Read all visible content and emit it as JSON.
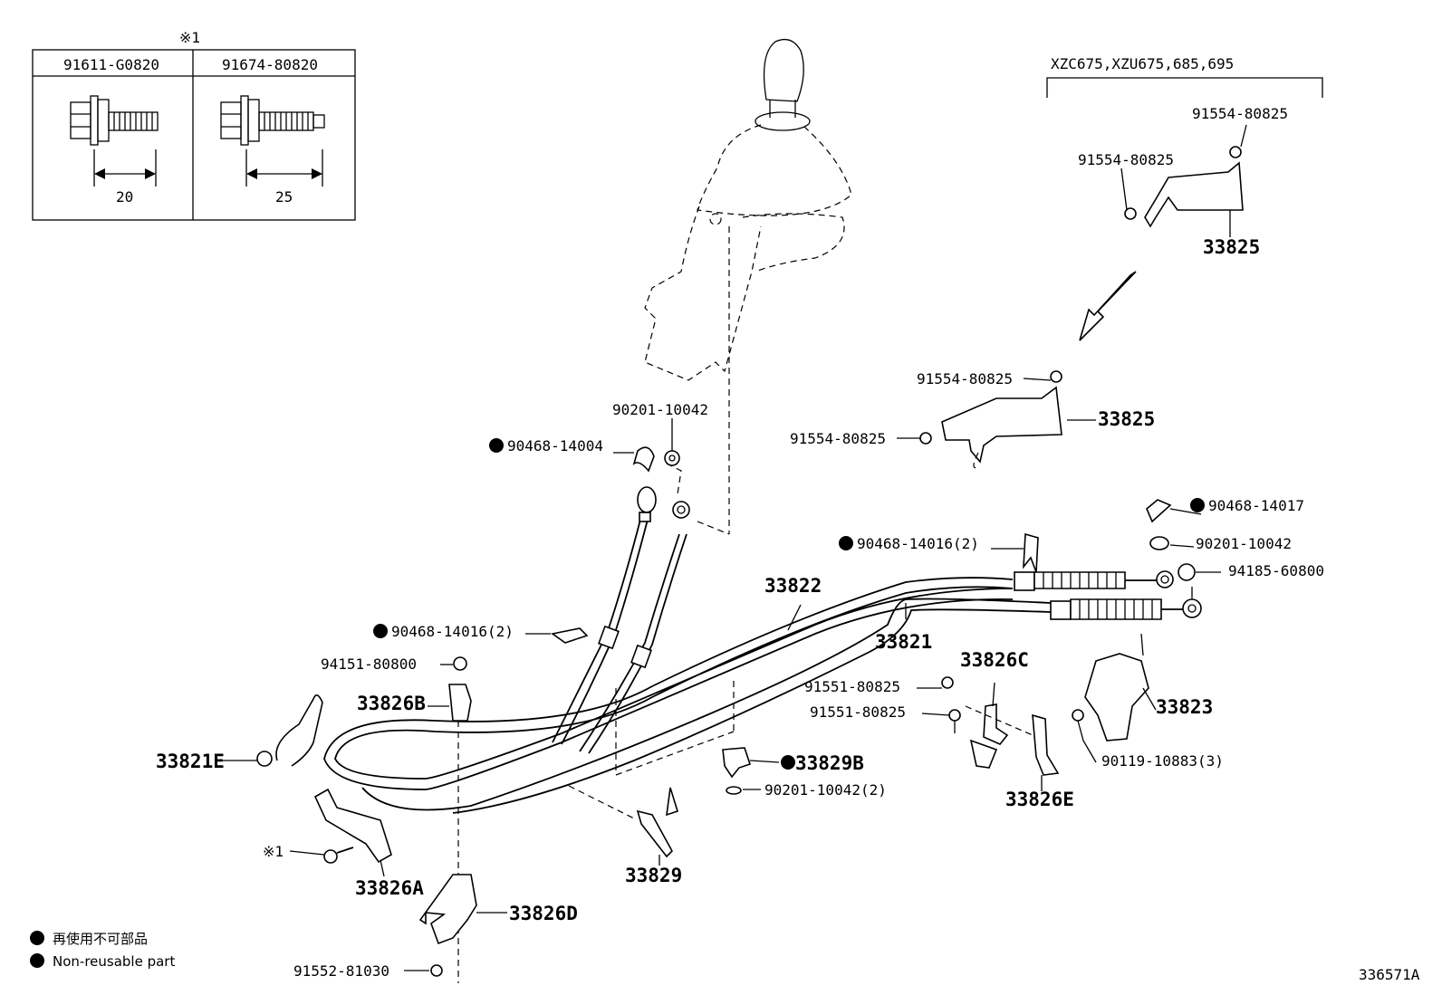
{
  "diagram_id": "336571A",
  "inset": {
    "note_mark": "※1",
    "columns": [
      {
        "part": "91611-G0820",
        "length": "20"
      },
      {
        "part": "91674-80820",
        "length": "25"
      }
    ]
  },
  "variant_note": "XZC675,XZU675,685,695",
  "legend": {
    "jp": "再使用不可部品",
    "en": "Non-reusable part"
  },
  "labels": {
    "p33825_top": "33825",
    "p91554_top_right": "91554-80825",
    "p91554_top_left": "91554-80825",
    "p91554_mid_top": "91554-80825",
    "p91554_mid_left": "91554-80825",
    "p33825_mid": "33825",
    "p90201_top": "90201-10042",
    "p90468_14004": "90468-14004",
    "p90468_14017": "90468-14017",
    "p90201_right": "90201-10042",
    "p94185": "94185-60800",
    "p90468_14016_a": "90468-14016(2)",
    "p90468_14016_b": "90468-14016(2)",
    "p33822": "33822",
    "p33821": "33821",
    "p94151": "94151-80800",
    "p33826B": "33826B",
    "p33826C": "33826C",
    "p91551_a": "91551-80825",
    "p91551_b": "91551-80825",
    "p33823": "33823",
    "p33821E": "33821E",
    "p33829B": "33829B",
    "p90201_2": "90201-10042(2)",
    "p90119": "90119-10883(3)",
    "p33826E": "33826E",
    "ref1": "※1",
    "p33826A": "33826A",
    "p33829": "33829",
    "p33826D": "33826D",
    "p91552": "91552-81030"
  }
}
